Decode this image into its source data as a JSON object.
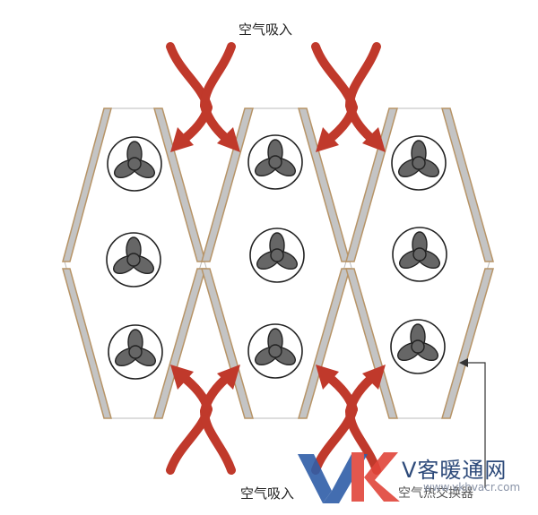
{
  "labels": {
    "air_intake_top": "空气吸入",
    "air_intake_bottom": "空气吸入",
    "heat_exchanger": "空气热交换器"
  },
  "watermark": {
    "logo_text": "VK",
    "brand": "V客暖通网",
    "url": "www.vkhvacr.com"
  },
  "colors": {
    "background": "#ffffff",
    "cell_fill": "#ffffff",
    "panel_fill": "#c4c4c4",
    "panel_border": "#b79467",
    "arrow": "#c0392b",
    "fan_blade": "#666666",
    "fan_outline": "#222222",
    "logo_v": "#2f5ea8",
    "logo_k": "#e0453a"
  },
  "icons": [
    "fan-icon",
    "airflow-arrow-icon",
    "pointer-arrow-icon"
  ]
}
